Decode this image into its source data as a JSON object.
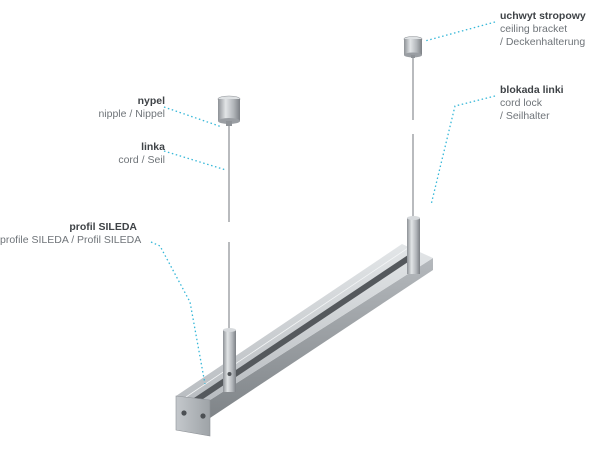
{
  "labels": {
    "nypel": {
      "title": "nypel",
      "lines": [
        "nipple / Nippel"
      ]
    },
    "linka": {
      "title": "linka",
      "lines": [
        "cord / Seil"
      ]
    },
    "profil": {
      "title": "profil SILEDA",
      "lines": [
        "profile SILEDA / Profil SILEDA"
      ]
    },
    "uchwyt": {
      "title": "uchwyt stropowy",
      "lines": [
        "ceiling bracket",
        "/ Deckenhalterung"
      ]
    },
    "blokada": {
      "title": "blokada linki",
      "lines": [
        "cord lock",
        "/ Seilhalter"
      ]
    }
  },
  "colors": {
    "leader": "#35b7d8",
    "metal": "#b8bcc0",
    "cord": "#8a8e92"
  }
}
